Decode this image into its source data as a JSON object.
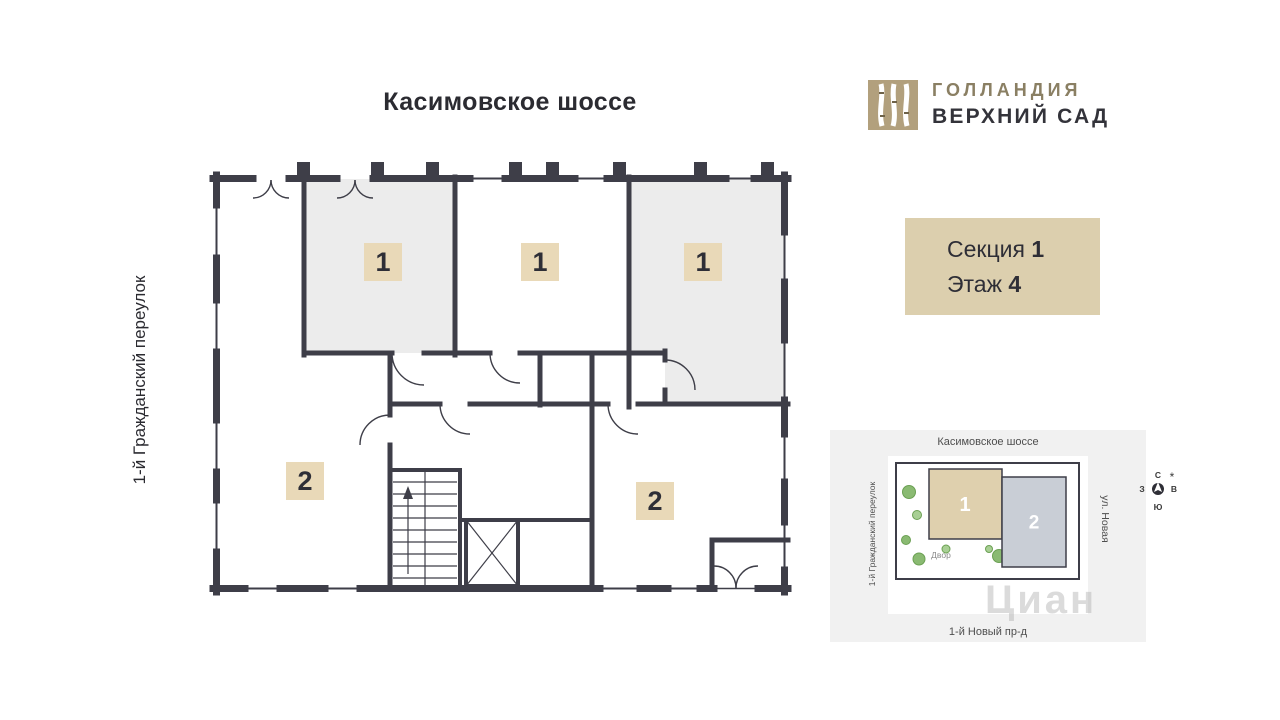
{
  "streets": {
    "top": "Касимовское шоссе",
    "left": "1-й Гражданский переулок"
  },
  "logo": {
    "name_line": "ГОЛЛАНДИЯ",
    "subtitle_line": "ВЕРХНИЙ САД",
    "icon": "birch-trees-icon",
    "icon_bg": "#b2a07d"
  },
  "info_card": {
    "section_label": "Секция",
    "section_value": "1",
    "floor_label": "Этаж",
    "floor_value": "4",
    "bg": "#dccfae"
  },
  "floor_plan": {
    "wall_color": "#3e3e48",
    "shaded_room_color": "#ececec",
    "badge_color": "#e9d9b8",
    "units": [
      {
        "number": "1"
      },
      {
        "number": "1"
      },
      {
        "number": "1"
      },
      {
        "number": "2"
      },
      {
        "number": "2"
      }
    ]
  },
  "minimap": {
    "streets": {
      "top": "Касимовское шоссе",
      "left": "1-й Гражданский переулок",
      "right": "ул. Новая",
      "bottom": "1-й Новый пр-д"
    },
    "courtyard": "Двор",
    "sections": [
      {
        "number": "1",
        "color": "#dfd0ae"
      },
      {
        "number": "2",
        "color": "#c9ced6"
      }
    ],
    "compass": {
      "n": "С",
      "e": "В",
      "s": "Ю",
      "w": "З"
    },
    "tree_color": "#8aba72"
  },
  "watermark": "Циан"
}
